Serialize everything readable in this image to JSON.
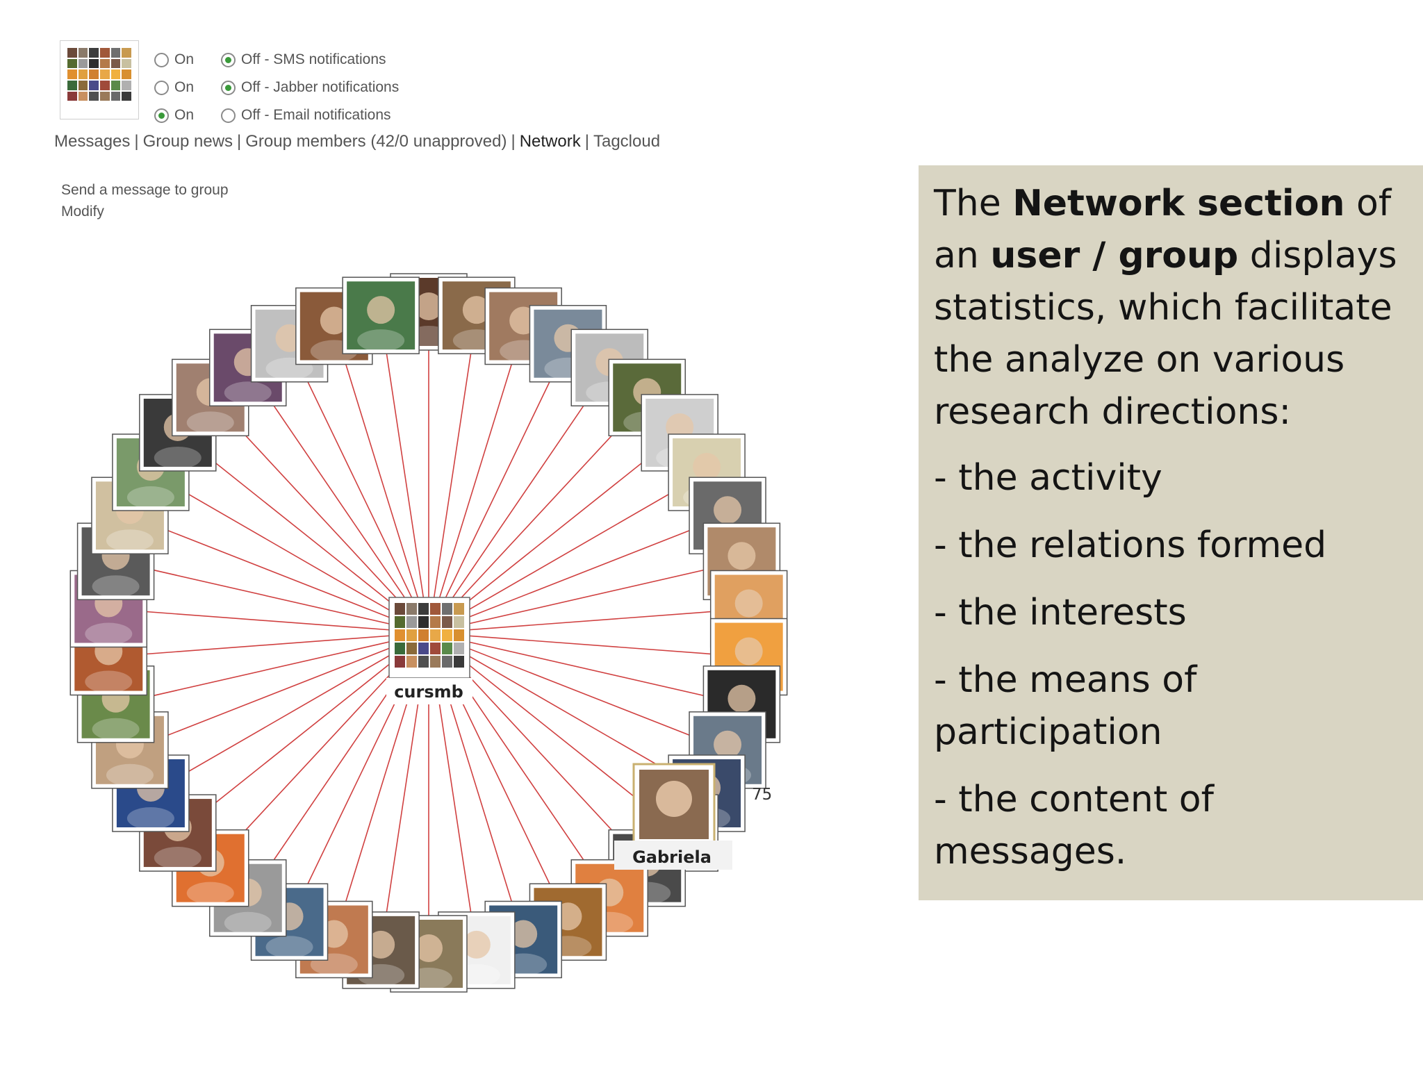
{
  "group": {
    "logo_icon": "group-mosaic-icon",
    "mosaic_colors": [
      "#6b4a3a",
      "#8a7a6a",
      "#3c3c3c",
      "#a0583a",
      "#6f6f6f",
      "#c89a50",
      "#556b2f",
      "#9a9a9a",
      "#2e2e2e",
      "#b47a4a",
      "#7a5a4a",
      "#c8c0a0",
      "#e09030",
      "#e0a040",
      "#d08030",
      "#e8a848",
      "#f0b040",
      "#d89030",
      "#3a6a3a",
      "#8a6a3a",
      "#4a4a8a",
      "#a04a3a",
      "#5a8a4a",
      "#b0b0b0",
      "#8a3a3a",
      "#c89060",
      "#505050",
      "#9a7a5a",
      "#6a6a6a",
      "#3a3a3a"
    ]
  },
  "notifications": [
    {
      "on_label": "On",
      "off_label": "Off - SMS notifications",
      "state": "off"
    },
    {
      "on_label": "On",
      "off_label": "Off - Jabber notifications",
      "state": "off"
    },
    {
      "on_label": "On",
      "off_label": "Off - Email notifications",
      "state": "on"
    }
  ],
  "nav": {
    "sep": "|",
    "messages": "Messages",
    "group_news": "Group news",
    "group_members": "Group members (42/0 unapproved)",
    "network": "Network",
    "tagcloud": "Tagcloud"
  },
  "actions": {
    "send_message": "Send a message to group",
    "modify": "Modify"
  },
  "network": {
    "center_label": "cursmb",
    "highlight_label": "Gabriela",
    "highlight_count": "75",
    "line_color": "#d04040",
    "member_colors": [
      "#5b3a2a",
      "#8a6a4a",
      "#a07a60",
      "#7a8a9a",
      "#bcbcbc",
      "#5a6a3a",
      "#cfcfcf",
      "#d8d0b0",
      "#6a6a6a",
      "#b08a6a",
      "#e0a060",
      "#f0a040",
      "#2a2a2a",
      "#6a7a8a",
      "#3a4a6a",
      "#b0a090",
      "#4a4a4a",
      "#e08040",
      "#a06a30",
      "#3a5a7a",
      "#f0f0f0",
      "#8a7a5a",
      "#6a5a4a",
      "#c07a50",
      "#4a6a8a",
      "#9a9a9a",
      "#e07030",
      "#7a4a3a",
      "#2a4a8a",
      "#c0a080",
      "#6a8a4a",
      "#b05a30",
      "#9a6a8a",
      "#5a5a5a",
      "#d0c0a0",
      "#7a9a6a",
      "#3a3a3a",
      "#a08070",
      "#6a4a6a",
      "#c0c0c0",
      "#8a5a3a",
      "#4a7a4a"
    ]
  },
  "info_panel": {
    "intro_1": "The ",
    "intro_bold_1": "Network section",
    "intro_2": " of an ",
    "intro_bold_2": "user / group",
    "intro_3": " displays statistics, which facilitate the analyze on various research directions:",
    "items": [
      "- the activity",
      "- the relations formed",
      "- the interests",
      "- the means of participation",
      "- the content of messages."
    ]
  }
}
